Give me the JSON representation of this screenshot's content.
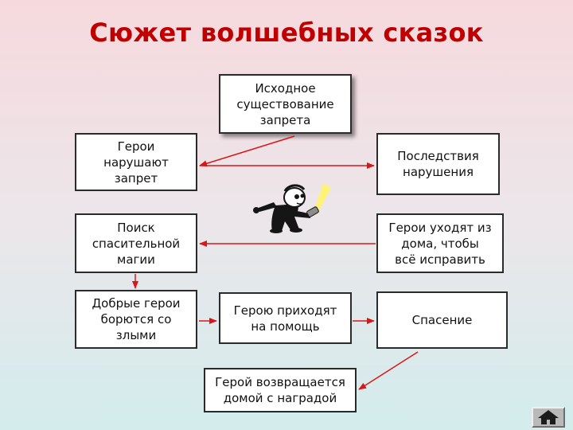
{
  "title": "Сюжет волшебных сказок",
  "boxes": {
    "initial": "Исходное\nсуществование\nзапрета",
    "violate": "Герои\nнарушают\nзапрет",
    "consequences": "Последствия\nнарушения",
    "search": "Поиск\nспасительной\nмагии",
    "leave": "Герои уходят из\nдома, чтобы\nвсё исправить",
    "fight": "Добрые герои\nборются со\nзлыми",
    "help": "Герою приходят\nна помощь",
    "rescue": "Спасение",
    "return": "Герой возвращается\nдомой с наградой"
  },
  "colors": {
    "title": "#c00000",
    "arrow": "#d81818",
    "box_border": "#2b2b2b"
  },
  "icons": {
    "figure": "detective-with-flashlight-icon",
    "home": "home-icon"
  }
}
